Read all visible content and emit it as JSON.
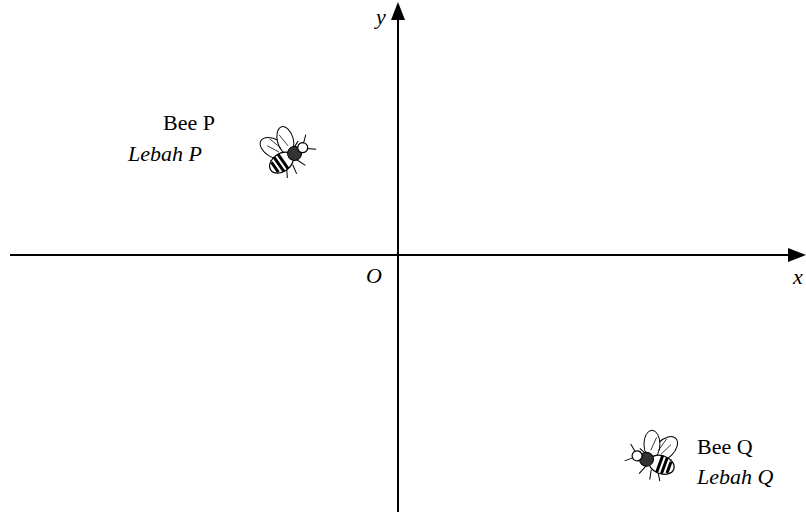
{
  "diagram": {
    "labels": [
      "y",
      "x",
      "O",
      "Bee P",
      "Lebah P",
      "Bee Q",
      "Lebah Q"
    ]
  }
}
